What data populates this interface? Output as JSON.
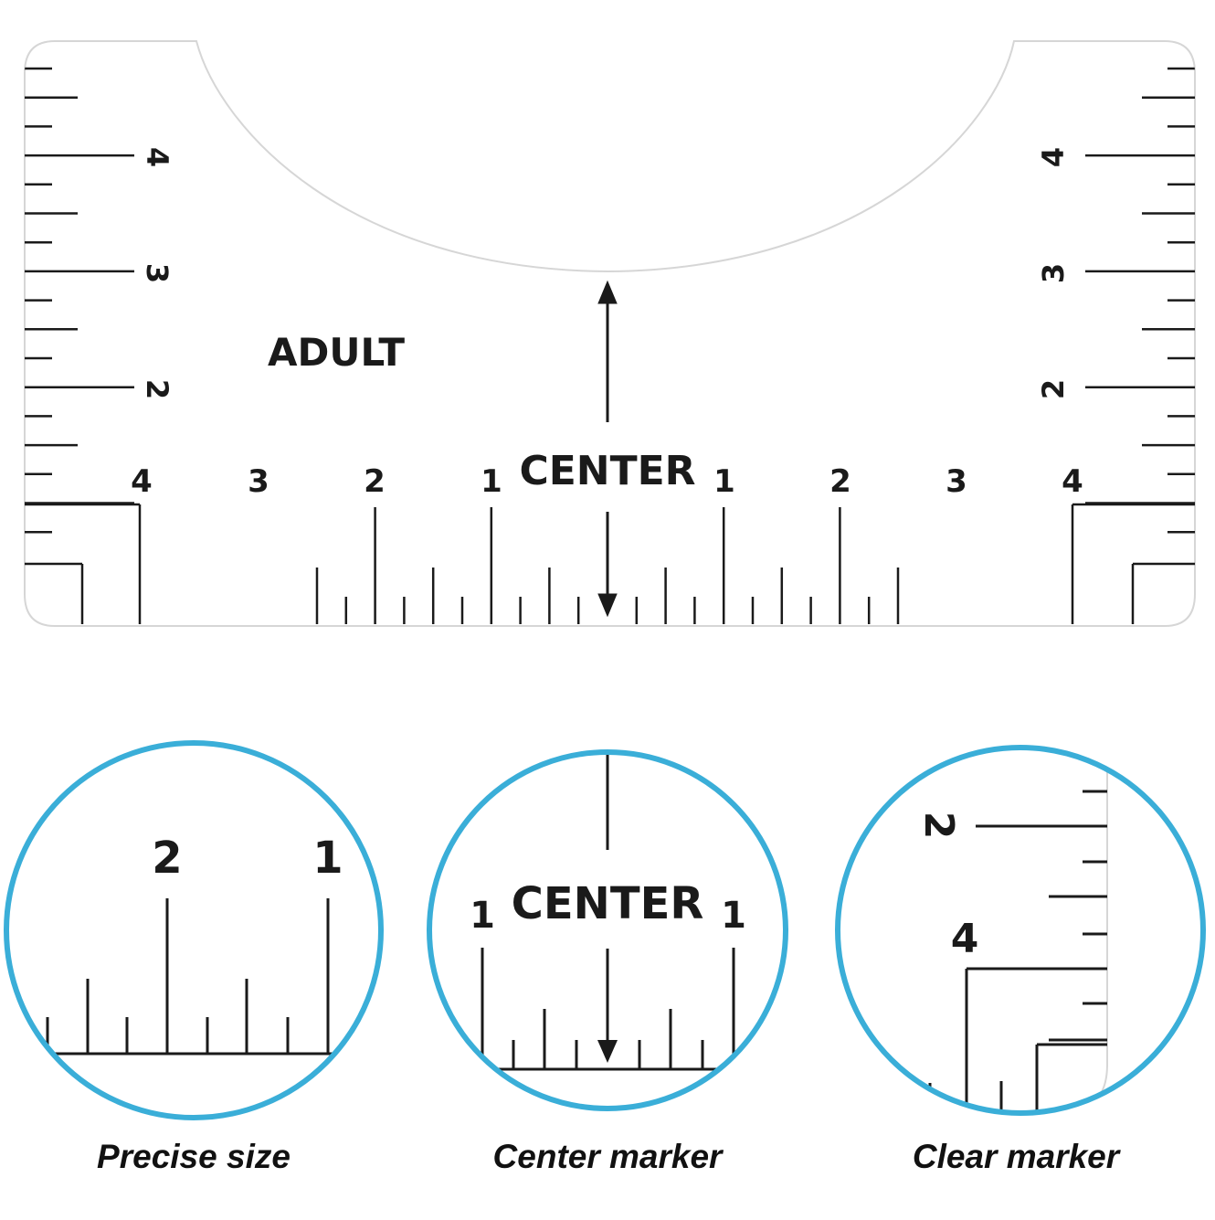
{
  "ruler": {
    "label": "ADULT",
    "center_label": "CENTER",
    "bottom_numbers_left": [
      "4",
      "3",
      "2",
      "1"
    ],
    "bottom_numbers_right": [
      "1",
      "2",
      "3",
      "4"
    ],
    "side_numbers_left": [
      "4",
      "3",
      "2"
    ],
    "side_numbers_right": [
      "4",
      "3",
      "2"
    ]
  },
  "zoom_precise": {
    "numbers": [
      "2",
      "1"
    ]
  },
  "zoom_center": {
    "center_label": "CENTER",
    "numbers": [
      "1",
      "1"
    ]
  },
  "zoom_clear": {
    "numbers": [
      "2",
      "4"
    ]
  },
  "captions": {
    "precise": "Precise size",
    "center": "Center marker",
    "clear": "Clear marker"
  },
  "colors": {
    "circle_border": "#3aaed8",
    "ruler_fill": "#ffffff",
    "ruler_edge": "#dcdcdc",
    "ink": "#1a1a1a"
  }
}
